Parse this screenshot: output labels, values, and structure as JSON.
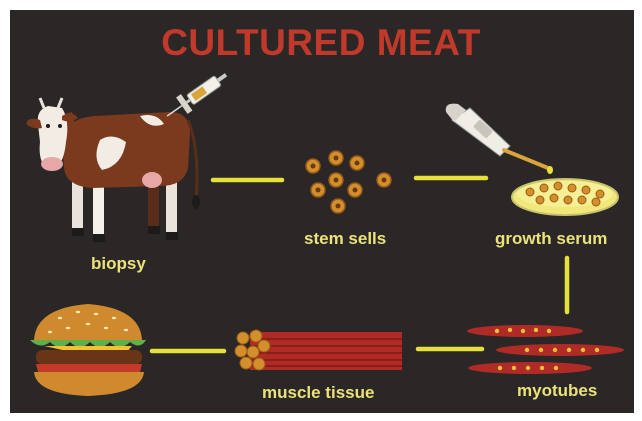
{
  "title": "CULTURED MEAT",
  "steps": {
    "biopsy": "biopsy",
    "stem_cells": "stem sells",
    "growth_serum": "growth serum",
    "myotubes": "myotubes",
    "muscle_tissue": "muscle tissue"
  },
  "colors": {
    "background": "#2a2726",
    "title": "#c0392b",
    "label": "#ece27a",
    "connector": "#e5e03b"
  }
}
